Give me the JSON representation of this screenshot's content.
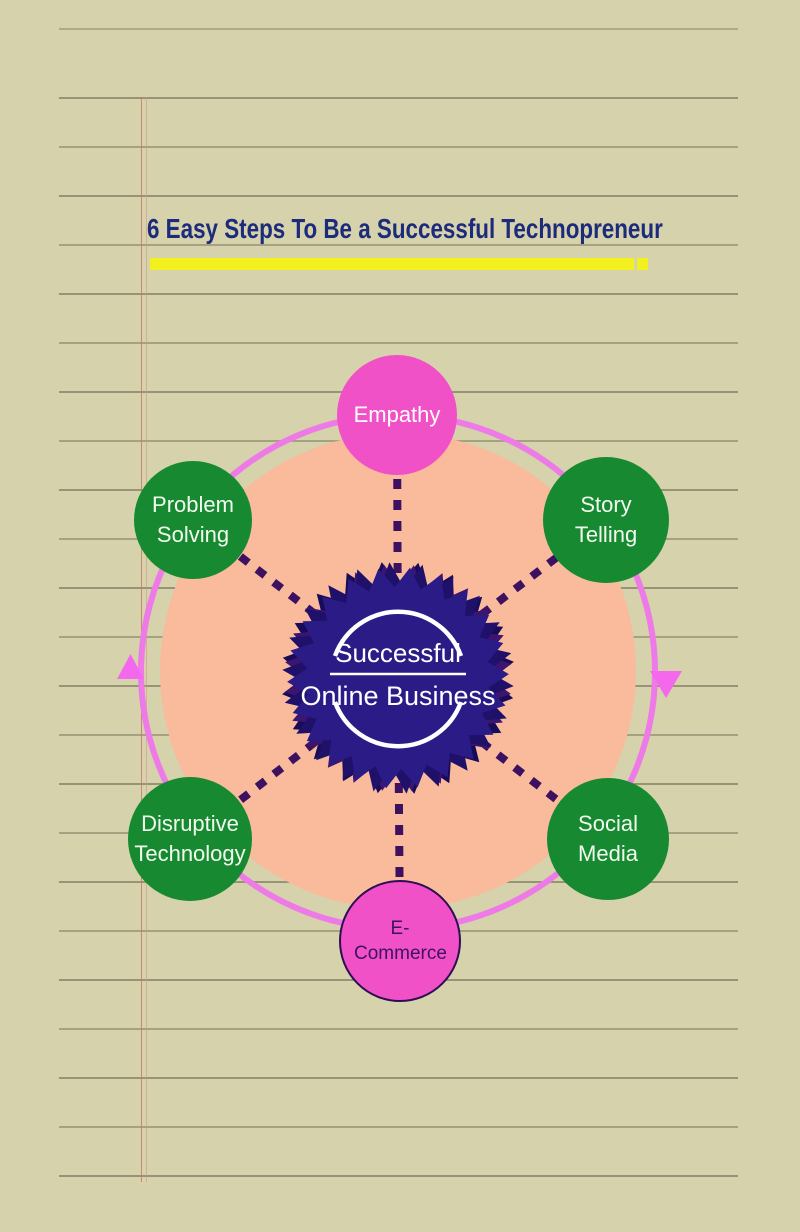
{
  "theme": {
    "paper": "#d6d2ab",
    "title-color": "#1c2b7c",
    "highlight": "#f2f01e",
    "ring": "#ee7ae8",
    "arrow": "#f468ee",
    "peach": "#f9bb9c",
    "green": "#178a31",
    "pink": "#f151c6",
    "navy1": "#2b1b86",
    "navy2": "#1f1169",
    "navy3": "#180c58",
    "purple": "#3c1570",
    "dash": "#3d1160",
    "node-text-light": "#f2fbf0",
    "ecom-text": "#3f1163",
    "ecom-border": "#2c0e52",
    "center-text": "#ffffff"
  },
  "title": {
    "text": "6 Easy Steps To Be a Successful Technopreneur"
  },
  "diagram": {
    "center": {
      "line1": "Successful",
      "line2": "Online Business"
    },
    "nodes": [
      {
        "id": "empathy",
        "label": "Empathy"
      },
      {
        "id": "story",
        "label": "Story Telling"
      },
      {
        "id": "social",
        "label": "Social Media"
      },
      {
        "id": "ecommerce",
        "label": "E-Commerce"
      },
      {
        "id": "disruptive",
        "label": "Disruptive Technology"
      },
      {
        "id": "problem",
        "label": "Problem Solving"
      }
    ]
  }
}
